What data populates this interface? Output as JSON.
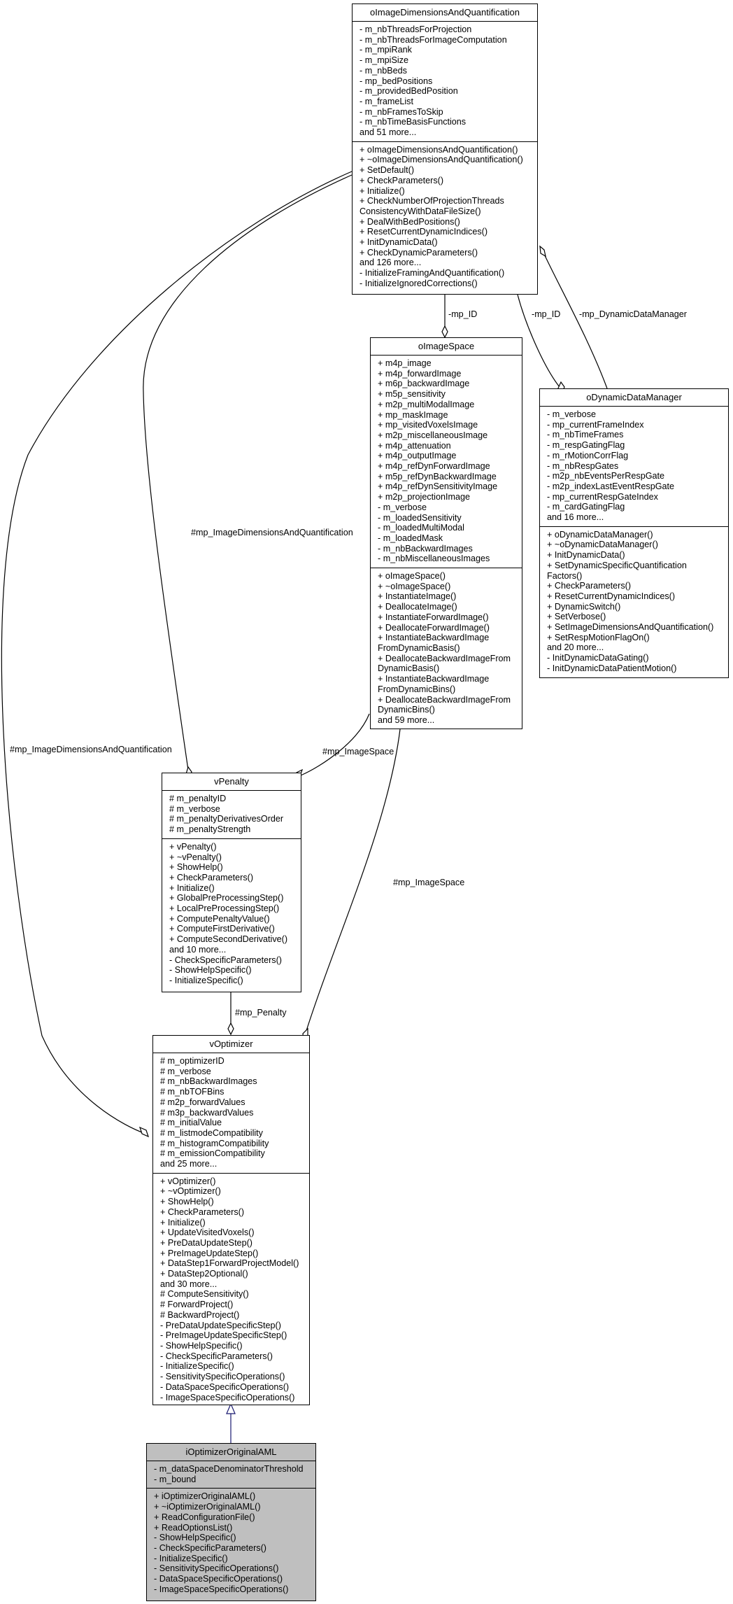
{
  "classes": {
    "image_dims": {
      "name": "oImageDimensionsAndQuantification",
      "attributes": [
        "- m_nbThreadsForProjection",
        "- m_nbThreadsForImageComputation",
        "- m_mpiRank",
        "- m_mpiSize",
        "- m_nbBeds",
        "- mp_bedPositions",
        "- m_providedBedPosition",
        "- m_frameList",
        "- m_nbFramesToSkip",
        "- m_nbTimeBasisFunctions",
        "and 51 more..."
      ],
      "methods": [
        "+ oImageDimensionsAndQuantification()",
        "+ ~oImageDimensionsAndQuantification()",
        "+ SetDefault()",
        "+ CheckParameters()",
        "+ Initialize()",
        "+ CheckNumberOfProjectionThreads",
        "ConsistencyWithDataFileSize()",
        "+ DealWithBedPositions()",
        "+ ResetCurrentDynamicIndices()",
        "+ InitDynamicData()",
        "+ CheckDynamicParameters()",
        "and 126 more...",
        "- InitializeFramingAndQuantification()",
        "- InitializeIgnoredCorrections()"
      ]
    },
    "image_space": {
      "name": "oImageSpace",
      "attributes": [
        "+ m4p_image",
        "+ m4p_forwardImage",
        "+ m6p_backwardImage",
        "+ m5p_sensitivity",
        "+ m2p_multiModalImage",
        "+ mp_maskImage",
        "+ mp_visitedVoxelsImage",
        "+ m2p_miscellaneousImage",
        "+ m4p_attenuation",
        "+ m4p_outputImage",
        "+ m4p_refDynForwardImage",
        "+ m5p_refDynBackwardImage",
        "+ m4p_refDynSensitivityImage",
        "+ m2p_projectionImage",
        "- m_verbose",
        "- m_loadedSensitivity",
        "- m_loadedMultiModal",
        "- m_loadedMask",
        "- m_nbBackwardImages",
        "- m_nbMiscellaneousImages"
      ],
      "methods": [
        "+ oImageSpace()",
        "+ ~oImageSpace()",
        "+ InstantiateImage()",
        "+ DeallocateImage()",
        "+ InstantiateForwardImage()",
        "+ DeallocateForwardImage()",
        "+ InstantiateBackwardImage",
        "FromDynamicBasis()",
        "+ DeallocateBackwardImageFrom",
        "DynamicBasis()",
        "+ InstantiateBackwardImage",
        "FromDynamicBins()",
        "+ DeallocateBackwardImageFrom",
        "DynamicBins()",
        "and 59 more..."
      ]
    },
    "dyn_manager": {
      "name": "oDynamicDataManager",
      "attributes": [
        "- m_verbose",
        "- mp_currentFrameIndex",
        "- m_nbTimeFrames",
        "- m_respGatingFlag",
        "- m_rMotionCorrFlag",
        "- m_nbRespGates",
        "- m2p_nbEventsPerRespGate",
        "- m2p_indexLastEventRespGate",
        "- mp_currentRespGateIndex",
        "- m_cardGatingFlag",
        "and 16 more..."
      ],
      "methods": [
        "+ oDynamicDataManager()",
        "+ ~oDynamicDataManager()",
        "+ InitDynamicData()",
        "+ SetDynamicSpecificQuantification",
        "Factors()",
        "+ CheckParameters()",
        "+ ResetCurrentDynamicIndices()",
        "+ DynamicSwitch()",
        "+ SetVerbose()",
        "+ SetImageDimensionsAndQuantification()",
        "+ SetRespMotionFlagOn()",
        "and 20 more...",
        "- InitDynamicDataGating()",
        "- InitDynamicDataPatientMotion()"
      ]
    },
    "penalty": {
      "name": "vPenalty",
      "attributes": [
        "# m_penaltyID",
        "# m_verbose",
        "# m_penaltyDerivativesOrder",
        "# m_penaltyStrength"
      ],
      "methods": [
        "+ vPenalty()",
        "+ ~vPenalty()",
        "+ ShowHelp()",
        "+ CheckParameters()",
        "+ Initialize()",
        "+ GlobalPreProcessingStep()",
        "+ LocalPreProcessingStep()",
        "+ ComputePenaltyValue()",
        "+ ComputeFirstDerivative()",
        "+ ComputeSecondDerivative()",
        "and 10 more...",
        "- CheckSpecificParameters()",
        "- ShowHelpSpecific()",
        "- InitializeSpecific()"
      ]
    },
    "optimizer": {
      "name": "vOptimizer",
      "attributes": [
        "# m_optimizerID",
        "# m_verbose",
        "# m_nbBackwardImages",
        "# m_nbTOFBins",
        "# m2p_forwardValues",
        "# m3p_backwardValues",
        "# m_initialValue",
        "# m_listmodeCompatibility",
        "# m_histogramCompatibility",
        "# m_emissionCompatibility",
        "and 25 more..."
      ],
      "methods": [
        "+ vOptimizer()",
        "+ ~vOptimizer()",
        "+ ShowHelp()",
        "+ CheckParameters()",
        "+ Initialize()",
        "+ UpdateVisitedVoxels()",
        "+ PreDataUpdateStep()",
        "+ PreImageUpdateStep()",
        "+ DataStep1ForwardProjectModel()",
        "+ DataStep2Optional()",
        "and 30 more...",
        "# ComputeSensitivity()",
        "# ForwardProject()",
        "# BackwardProject()",
        "- PreDataUpdateSpecificStep()",
        "- PreImageUpdateSpecificStep()",
        "- ShowHelpSpecific()",
        "- CheckSpecificParameters()",
        "- InitializeSpecific()",
        "- SensitivitySpecificOperations()",
        "- DataSpaceSpecificOperations()",
        "- ImageSpaceSpecificOperations()"
      ]
    },
    "aml": {
      "name": "iOptimizerOriginalAML",
      "attributes": [
        "- m_dataSpaceDenominatorThreshold",
        "- m_bound"
      ],
      "methods": [
        "+ iOptimizerOriginalAML()",
        "+ ~iOptimizerOriginalAML()",
        "+ ReadConfigurationFile()",
        "+ ReadOptionsList()",
        "- ShowHelpSpecific()",
        "- CheckSpecificParameters()",
        "- InitializeSpecific()",
        "- SensitivitySpecificOperations()",
        "- DataSpaceSpecificOperations()",
        "- ImageSpaceSpecificOperations()"
      ]
    }
  },
  "edge_labels": {
    "id_to_space": "-mp_ID",
    "id_to_dyn": "-mp_ID",
    "dyn_to_id": "-mp_DynamicDataManager",
    "id_to_penalty": "#mp_ImageDimensionsAndQuantification",
    "id_to_optimizer": "#mp_ImageDimensionsAndQuantification",
    "space_to_penalty": "#mp_ImageSpace",
    "space_to_optimizer": "#mp_ImageSpace",
    "penalty_to_optimizer": "#mp_Penalty"
  },
  "colors": {
    "highlight_fill": "#bfbfbf",
    "inheritance_arrow": "#191970",
    "association": "#000000"
  }
}
